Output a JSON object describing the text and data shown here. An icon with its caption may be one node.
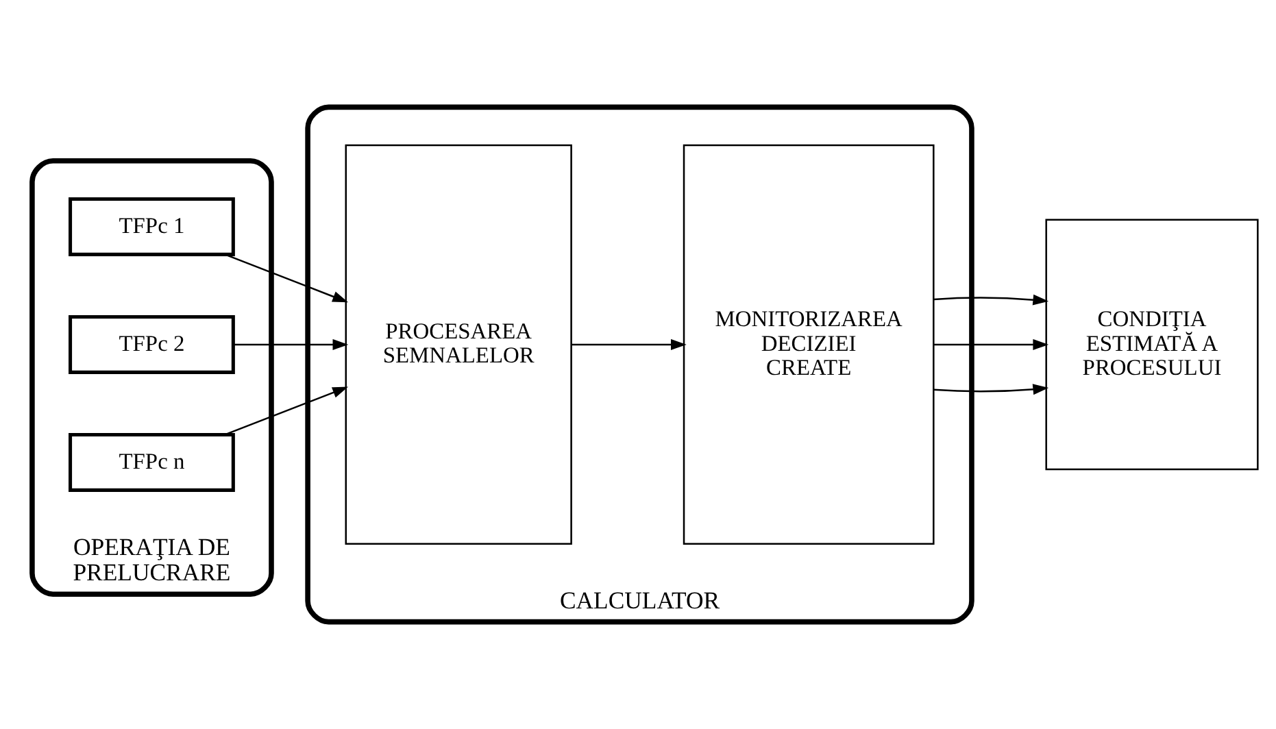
{
  "diagram": {
    "nodes": [
      {
        "text": [
          "OPERAŢIA DE PRELUCRARE"
        ]
      },
      {
        "text": [
          "TFPc 1"
        ],
        "in": 0
      },
      {
        "text": [
          "TFPc 2"
        ],
        "in": 0
      },
      {
        "text": [
          "TFPc n"
        ],
        "in": 0
      },
      {
        "text": [
          "CALCULATOR"
        ]
      },
      {
        "text": [
          "PROCESAREA SEMNALELOR"
        ],
        "in": 4
      },
      {
        "text": [
          "MONITORIZAREA DECIZIEI CREATE"
        ],
        "in": 4
      },
      {
        "text": [
          "CONDIŢIA ESTIMATĂ A PROCESULUI"
        ]
      }
    ],
    "edges": [
      {
        "from": 1,
        "to": 5,
        "arrow": "to"
      },
      {
        "from": 2,
        "to": 5,
        "arrow": "to"
      },
      {
        "from": 3,
        "to": 5,
        "arrow": "to"
      },
      {
        "from": 5,
        "to": 6,
        "arrow": "to"
      },
      {
        "from": 6,
        "to": 7,
        "arrow": "to"
      },
      {
        "from": 6,
        "to": 7,
        "arrow": "to"
      },
      {
        "from": 6,
        "to": 7,
        "arrow": "to"
      }
    ]
  }
}
